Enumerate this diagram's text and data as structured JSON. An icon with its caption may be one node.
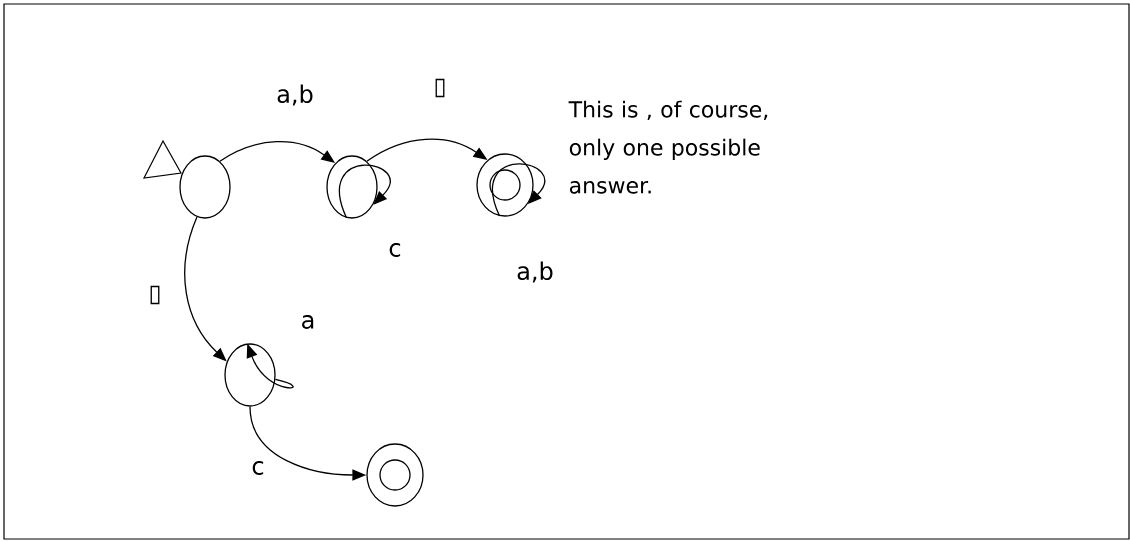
{
  "diagram": {
    "nodes": [
      {
        "text": [],
        "shape": "circle"
      },
      {
        "text": [],
        "shape": "circle"
      },
      {
        "text": [],
        "shape": "double-circle"
      },
      {
        "text": [],
        "shape": "circle"
      },
      {
        "text": [],
        "shape": "double-circle"
      }
    ],
    "edges": [
      {
        "from": 0,
        "to": 1,
        "arrow": "to",
        "label": "a,b"
      },
      {
        "from": 1,
        "to": 1,
        "arrow": "to",
        "label": "c"
      },
      {
        "from": 1,
        "to": 2,
        "arrow": "to",
        "label": "▯"
      },
      {
        "from": 2,
        "to": 2,
        "arrow": "to",
        "label": "a,b"
      },
      {
        "from": 0,
        "to": 3,
        "arrow": "to",
        "label": "▯"
      },
      {
        "from": 3,
        "to": 3,
        "arrow": "to",
        "label": "a"
      },
      {
        "from": 3,
        "to": 4,
        "arrow": "to",
        "label": "c"
      }
    ],
    "labels": [
      "This is , of course, only one possible answer."
    ]
  }
}
